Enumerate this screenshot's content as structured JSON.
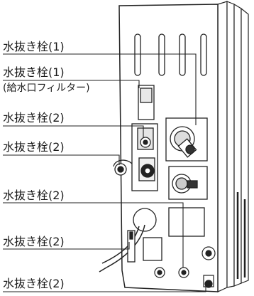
{
  "callouts": [
    {
      "label": "水抜き栓(1)"
    },
    {
      "label": "水抜き栓(1)",
      "sublabel": "(給水口フィルター)"
    },
    {
      "label": "水抜き栓(2)"
    },
    {
      "label": "水抜き栓(2)"
    },
    {
      "label": "水抜き栓(2)"
    },
    {
      "label": "水抜き栓(2)"
    },
    {
      "label": "水抜き栓(2)"
    }
  ]
}
